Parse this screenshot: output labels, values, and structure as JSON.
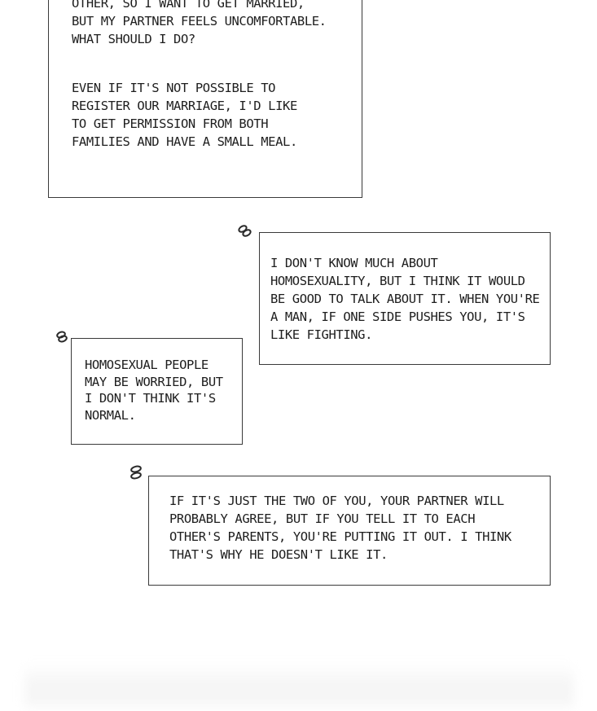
{
  "bubbles": [
    {
      "id": "question",
      "paragraphs": [
        "OTHER, SO I WANT TO GET MARRIED, BUT MY PARTNER FEELS UNCOMFORTABLE. WHAT SHOULD I DO?",
        "EVEN IF IT'S NOT POSSIBLE TO REGISTER OUR MARRIAGE, I'D LIKE TO GET PERMISSION FROM BOTH FAMILIES AND HAVE A SMALL MEAL."
      ]
    },
    {
      "id": "reply-1",
      "text": "I DON'T KNOW MUCH ABOUT HOMOSEXUALITY, BUT I THINK IT WOULD BE GOOD TO TALK ABOUT IT. WHEN YOU'RE A MAN, IF ONE SIDE PUSHES YOU, IT'S LIKE FIGHTING."
    },
    {
      "id": "reply-2",
      "text": "HOMOSEXUAL PEOPLE MAY BE WORRIED, BUT I DON'T THINK IT'S NORMAL."
    },
    {
      "id": "reply-3",
      "text": "IF IT'S JUST THE TWO OF YOU, YOUR PARTNER WILL PROBABLY AGREE, BUT IF YOU TELL IT TO EACH OTHER'S PARENTS, YOU'RE PUTTING IT OUT. I THINK THAT'S WHY HE DOESN'T LIKE IT."
    }
  ],
  "colors": {
    "border": "#3a3a3a",
    "text": "#1e1e1e",
    "background": "#ffffff"
  }
}
